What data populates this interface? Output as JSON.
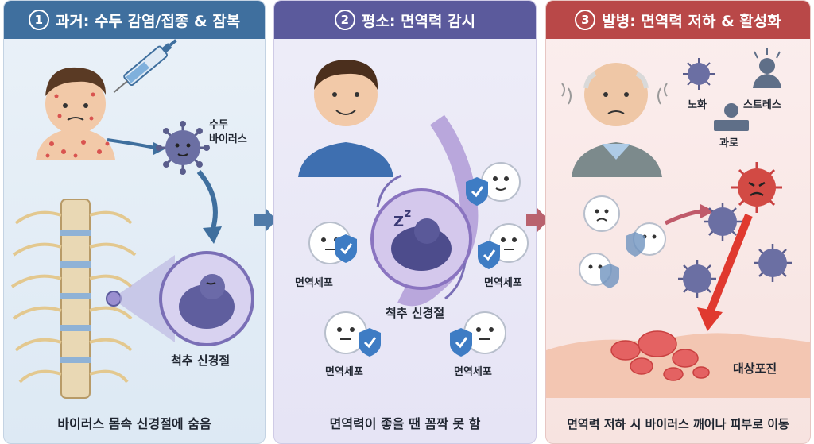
{
  "panels": [
    {
      "number": "1",
      "title": "과거: 수두 감염/접종 & 잠복",
      "caption": "바이러스 몸속 신경절에 숨음",
      "labels": {
        "virus": "수두\n바이러스",
        "ganglion": "척추 신경절"
      }
    },
    {
      "number": "2",
      "title": "평소: 면역력 감시",
      "caption": "면역력이 좋을 땐 꼼짝 못 함",
      "labels": {
        "immune_cell_1": "면역세포",
        "immune_cell_2": "면역세포",
        "immune_cell_3": "면역세포",
        "immune_cell_4": "면역세포",
        "ganglion": "척추 신경절"
      }
    },
    {
      "number": "3",
      "title": "발병: 면역력 저하 & 활성화",
      "caption": "면역력 저하 시 바이러스 깨어나 피부로 이동",
      "labels": {
        "aging": "노화",
        "stress": "스트레스",
        "overwork": "과로",
        "rash": "대상포진"
      }
    }
  ],
  "colors": {
    "panel1_header": "#3f6f9e",
    "panel2_header": "#5b5a9c",
    "panel3_header": "#b94848",
    "virus": "#5a5d8c",
    "angry_virus": "#c94040",
    "shield": "#3e7cc4"
  },
  "icons": [
    "syringe-icon",
    "virus-icon",
    "shield-icon",
    "immune-cell-icon",
    "spine-icon",
    "stress-person-icon",
    "tired-person-icon",
    "blister-icon"
  ]
}
